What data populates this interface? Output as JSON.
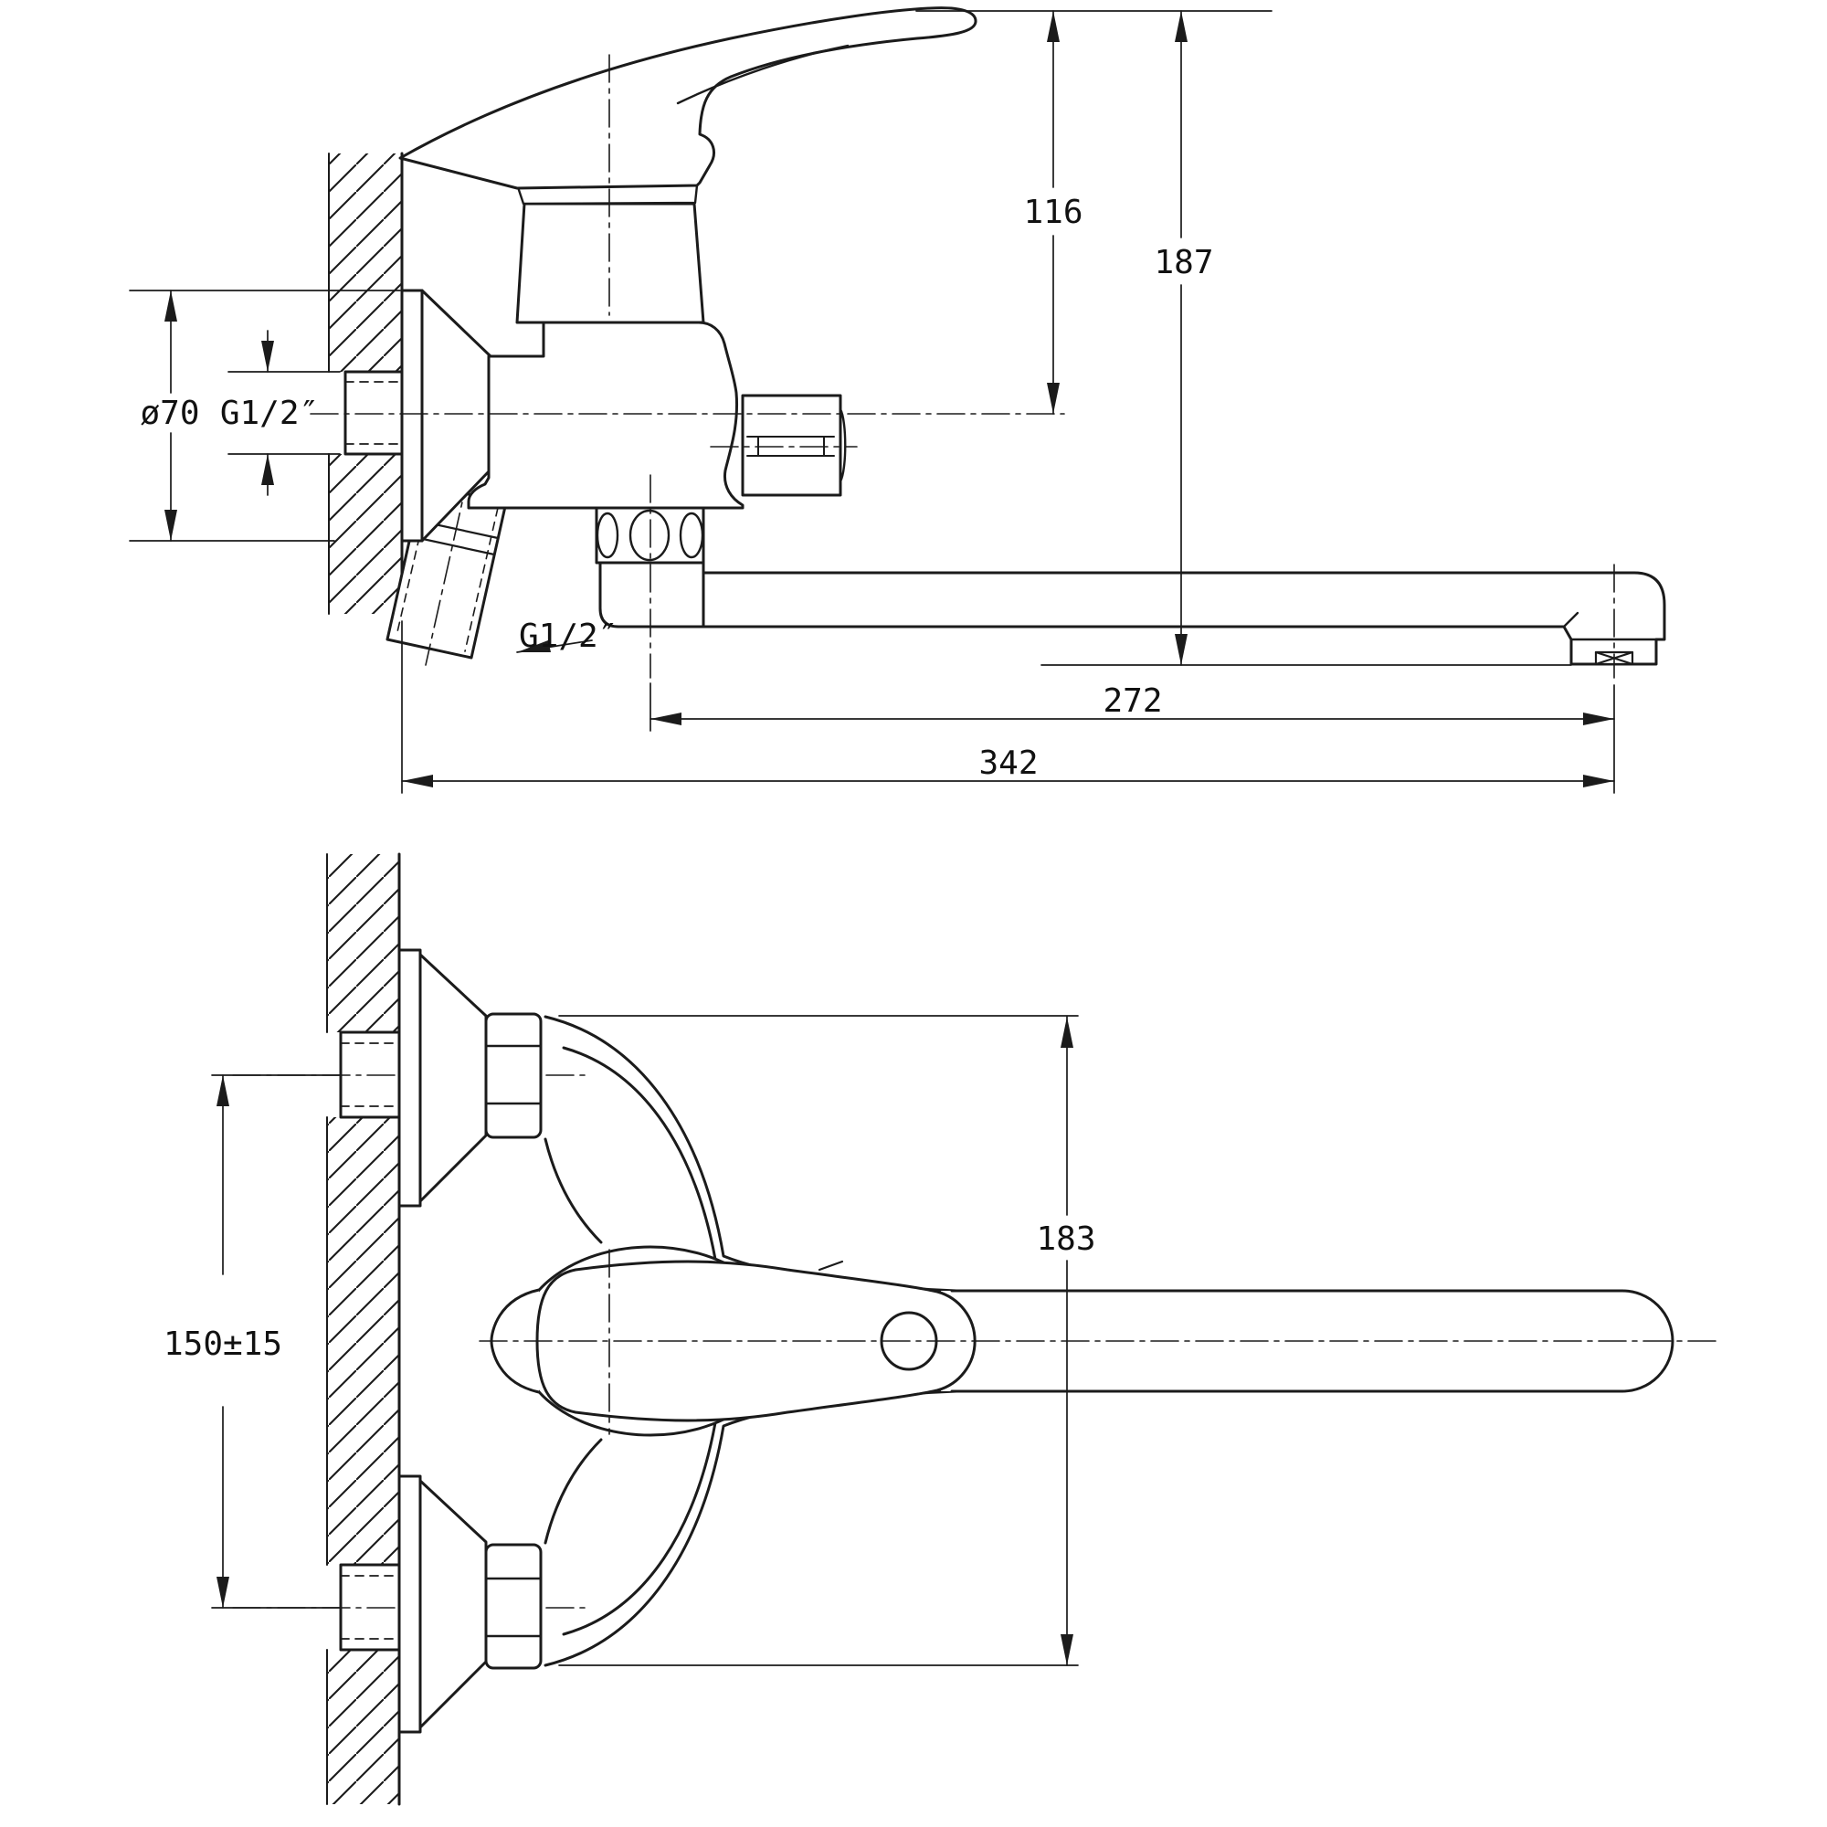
{
  "drawing": {
    "kind": "wall-mounted single-lever mixer tap installation drawing",
    "views": {
      "side_view": {
        "dims": {
          "height_axis_to_handle_top": "116",
          "height_total": "187",
          "escutcheon_diameter": "ø70",
          "inlet_thread": "G1/2″",
          "shower_outlet_thread": "G1/2″",
          "spout_reach_from_swivel_axis": "272",
          "spout_reach_total": "342"
        }
      },
      "plan_view": {
        "dims": {
          "body_overall": "183",
          "mounting_centers": "150±15"
        }
      }
    }
  }
}
